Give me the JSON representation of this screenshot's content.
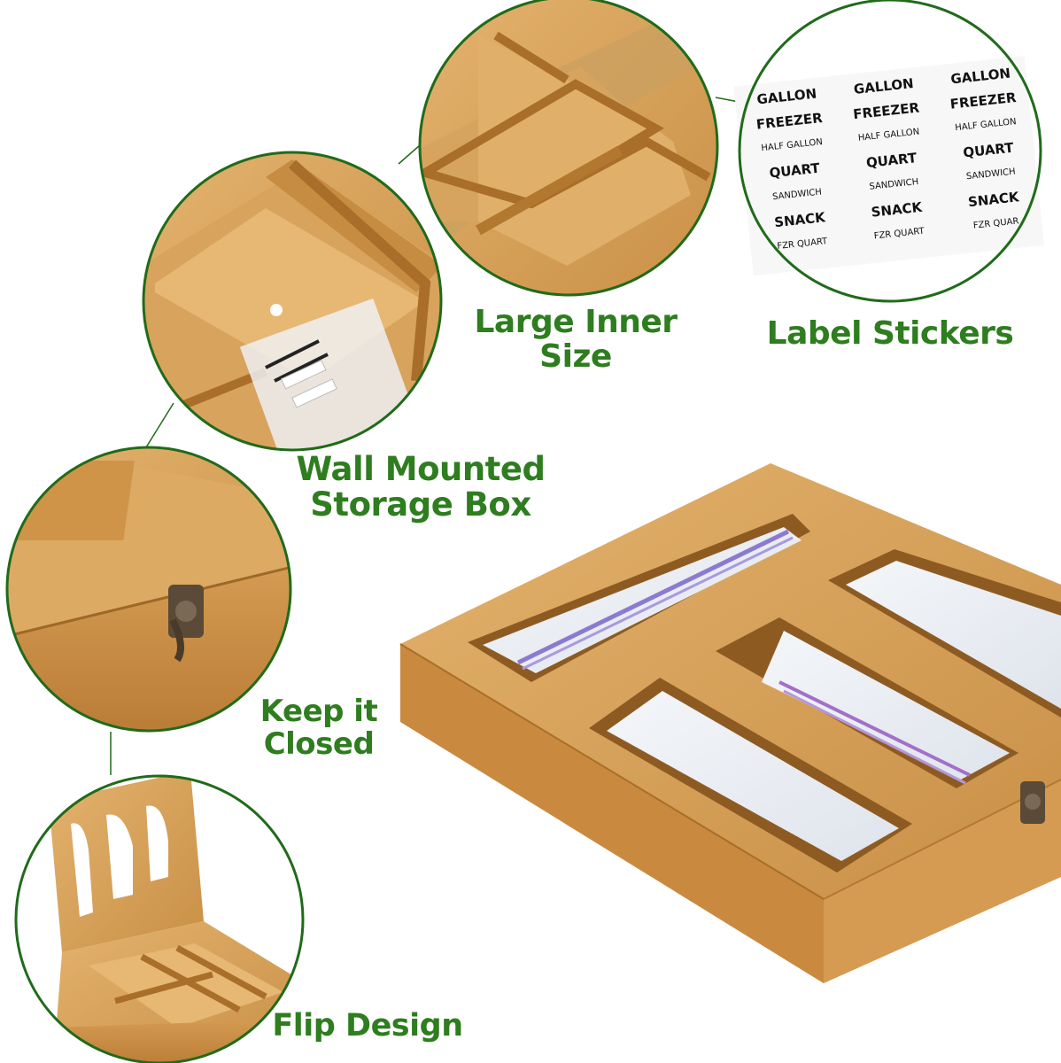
{
  "features": {
    "large_inner": {
      "line1": "Large Inner",
      "line2": "Size"
    },
    "label_stickers": {
      "title": "Label Stickers"
    },
    "wall_mounted": {
      "line1": "Wall Mounted",
      "line2": "Storage Box"
    },
    "keep_closed": {
      "line1": "Keep it",
      "line2": "Closed"
    },
    "flip_design": {
      "title": "Flip Design"
    }
  },
  "stickers": [
    [
      "GALLON",
      "GALLON",
      "GALLON"
    ],
    [
      "FREEZER",
      "FREEZER",
      "FREEZER"
    ],
    [
      "HALF GALLON",
      "HALF GALLON",
      "HALF GALLON"
    ],
    [
      "QUART",
      "QUART",
      "QUART"
    ],
    [
      "SANDWICH",
      "SANDWICH",
      "SANDWICH"
    ],
    [
      "SNACK",
      "SNACK",
      "SNACK"
    ],
    [
      "FZR QUART",
      "FZR QUART",
      "FZR QUAR"
    ]
  ],
  "colors": {
    "label_green": "#2e7d1f",
    "circle_border": "#1f6b1a",
    "bamboo": "#d9a35c",
    "bamboo_dark": "#b9813c"
  }
}
